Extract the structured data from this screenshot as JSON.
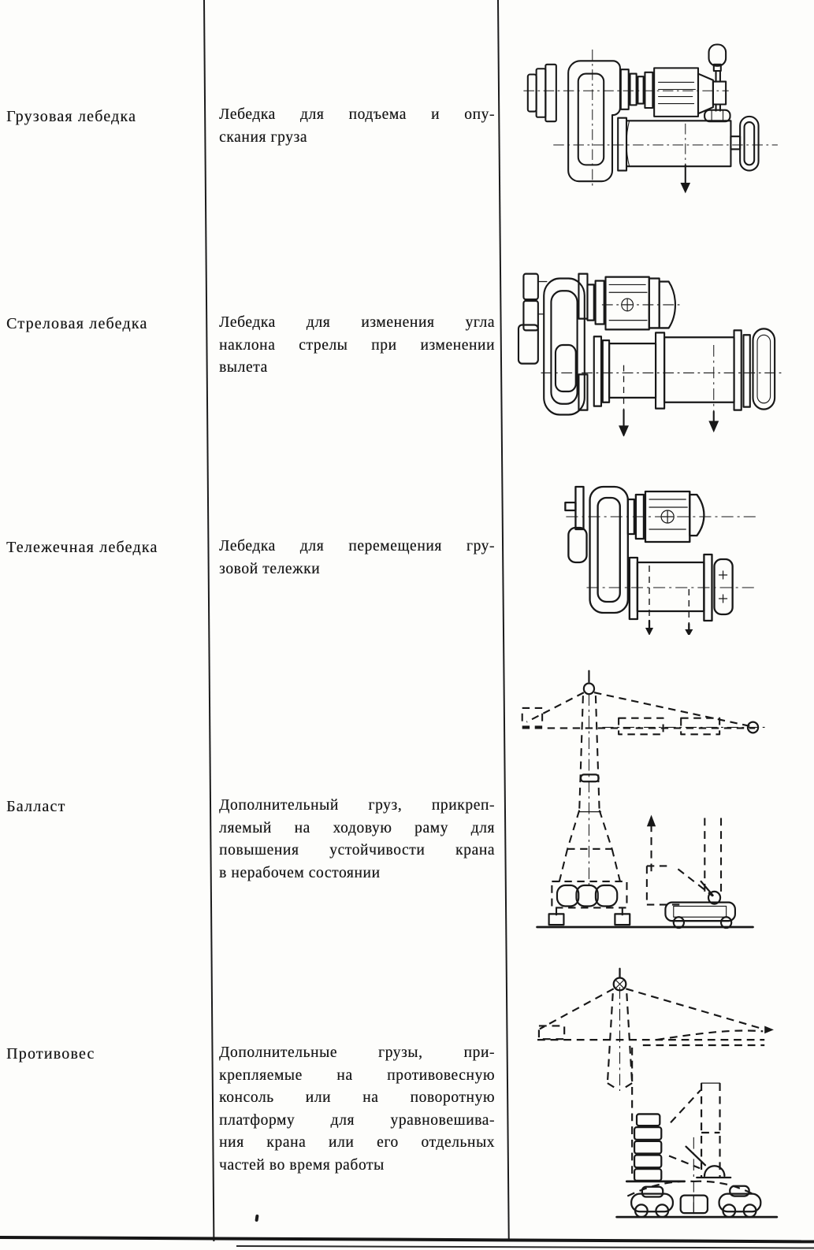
{
  "colors": {
    "paper": "#fdfdfb",
    "ink": "#1c1c1c"
  },
  "rows": [
    {
      "term": "Грузовая лебедка",
      "def_lines": [
        "Лебедка для подъема и опу-",
        "скания груза"
      ],
      "figure": "cargo-winch-drawing"
    },
    {
      "term": "Стреловая лебедка",
      "def_lines": [
        "Лебедка для изменения угла",
        "наклона стрелы при изменении",
        "вылета"
      ],
      "figure": "boom-winch-drawing"
    },
    {
      "term": "Тележечная лебедка",
      "def_lines": [
        "Лебедка для перемещения гру-",
        "зовой тележки"
      ],
      "figure": "trolley-winch-drawing"
    },
    {
      "term": "Балласт",
      "def_lines": [
        "Дополнительный груз, прикреп-",
        "ляемый на ходовую раму для",
        "повышения устойчивости крана",
        "в нерабочем состоянии"
      ],
      "figure": "ballast-tower-crane-drawing"
    },
    {
      "term": "Противовес",
      "def_lines": [
        "Дополнительные грузы, при-",
        "крепляемые на противовесную",
        "консоль или на поворотную",
        "платформу для уравновешива-",
        "ния крана или его отдельных",
        "частей во время работы"
      ],
      "figure": "counterweight-crane-drawing"
    }
  ]
}
